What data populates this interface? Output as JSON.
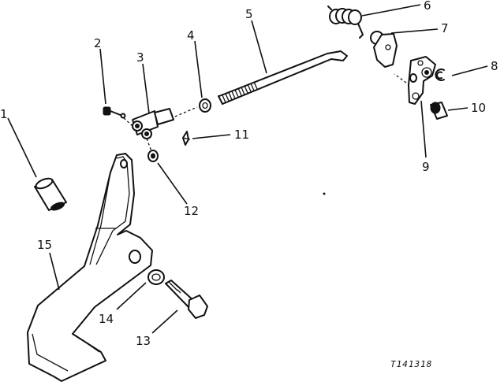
{
  "callouts": [
    "1",
    "2",
    "3",
    "4",
    "5",
    "6",
    "7",
    "8",
    "9",
    "10",
    "11",
    "12",
    "13",
    "14",
    "15"
  ],
  "reference_code": "T141318"
}
